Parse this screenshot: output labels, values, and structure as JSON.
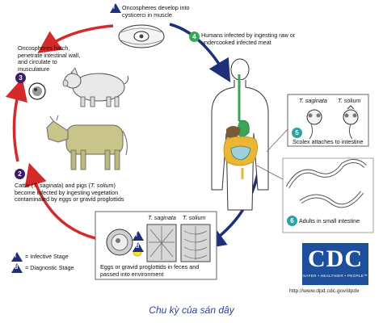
{
  "caption": "Chu kỳ của sán dây",
  "url": "http://www.dpd.cdc.gov/dpdx",
  "logo": {
    "name": "CDC",
    "tagline": "SAFER • HEALTHIER • PEOPLE™",
    "color": "#1d4f9c"
  },
  "colors": {
    "red_arrow": "#d42a2a",
    "blue_arrow": "#1f2f7a",
    "stage_badge": "#3b1d6e",
    "human_badge": "#3aa655"
  },
  "stages": {
    "s1": {
      "number": "i",
      "text": "Oncospheres develop into cysticerci in muscle"
    },
    "s2": {
      "number": "2",
      "text_a": "Cattle (",
      "italic_a": "T. saginata",
      "text_b": ") and pigs (",
      "italic_b": "T. solium",
      "text_c": ") become infected by ingesting vegetation contaminated by eggs or gravid proglottids"
    },
    "s3": {
      "number": "3",
      "text": "Oncospheres hatch, penetrate intestinal wall, and circulate to musculature"
    },
    "s4": {
      "number": "4",
      "text": "Humans infected by ingesting raw or undercooked infected meat"
    },
    "s5": {
      "number": "5",
      "text": "Scolex attaches to intestine"
    },
    "s6": {
      "number": "6",
      "text": "Adults in small intestine"
    },
    "s_eggs": {
      "text": "Eggs or gravid proglottids in feces and passed into environment"
    }
  },
  "species": {
    "saginata": "T. saginata",
    "solium": "T. solium"
  },
  "legend": {
    "infective_symbol": "i",
    "infective": "= Infective Stage",
    "diagnostic_symbol": "d",
    "diagnostic": "= Diagnostic Stage"
  }
}
